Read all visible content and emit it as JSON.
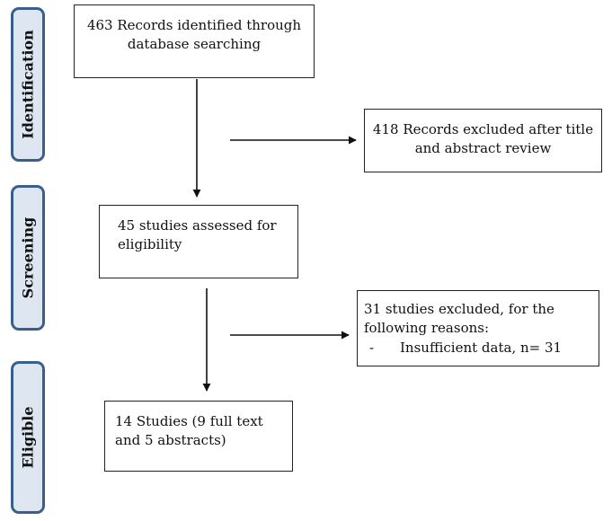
{
  "stages": {
    "identification": "Identification",
    "screening": "Screening",
    "eligible": "Eligible"
  },
  "boxes": {
    "records_identified": {
      "line1": "463 Records identified through",
      "line2": "database searching"
    },
    "records_excluded": {
      "line1": "418 Records excluded after title",
      "line2": "and abstract review"
    },
    "assessed": {
      "line1": "45 studies assessed for",
      "line2": "eligibility"
    },
    "studies_excluded": {
      "line1": "31 studies excluded, for the",
      "line2": "following reasons:",
      "reason_bullet": "-",
      "reason_text": "Insufficient data, n= 31"
    },
    "included": {
      "line1": "14 Studies (9 full text",
      "line2": "and 5 abstracts)"
    }
  },
  "colors": {
    "stage_border": "#3a5f8f",
    "stage_fill": "#dde6f1",
    "box_border": "#222222",
    "arrow": "#111111"
  }
}
